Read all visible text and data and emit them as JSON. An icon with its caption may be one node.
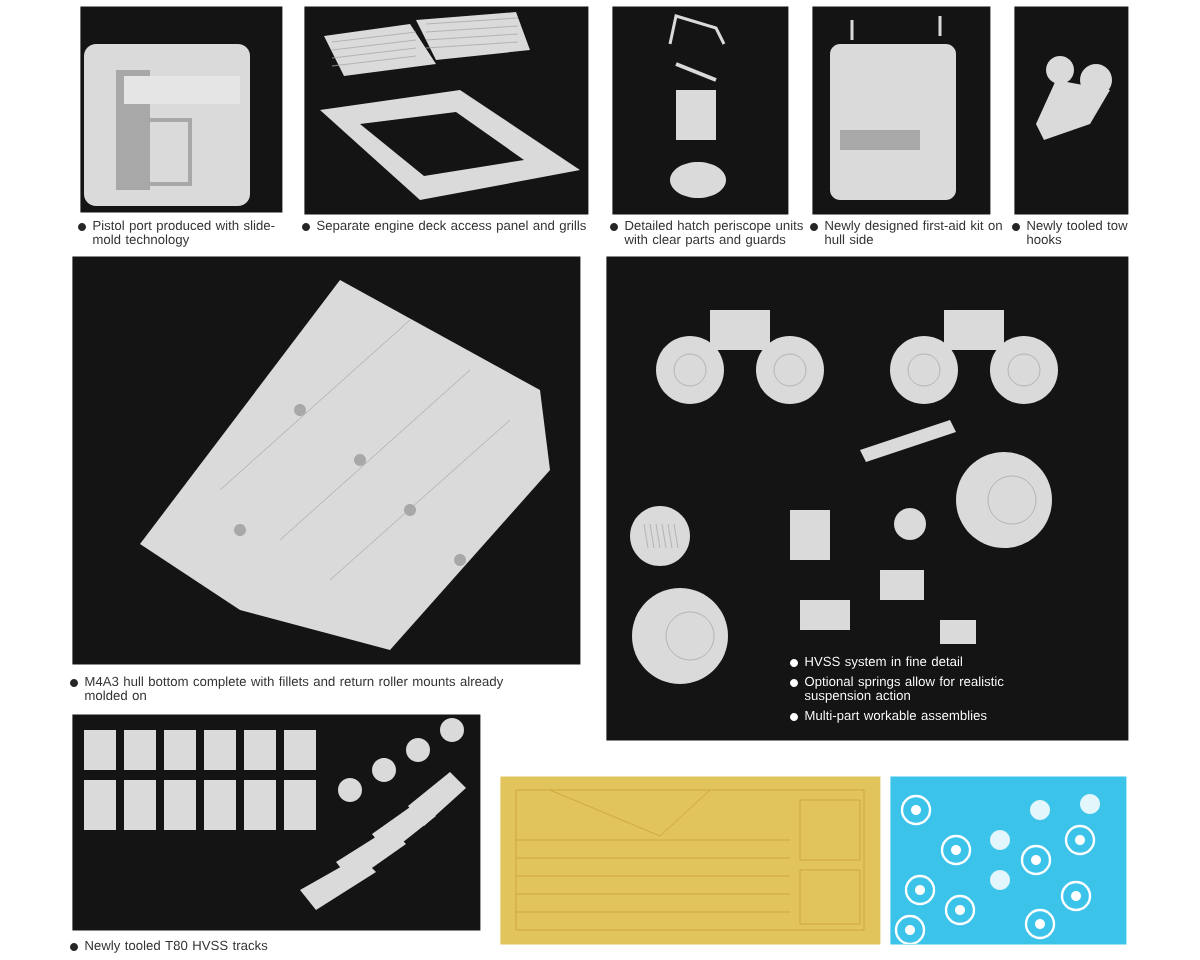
{
  "diagram": {
    "nodes": [
      {
        "text": [],
        "shape": "picture",
        "beside": [
          "Pistol port produced with slide-mold technology"
        ]
      },
      {
        "text": [],
        "shape": "picture",
        "beside": [
          "Separate engine deck access panel and grills"
        ]
      },
      {
        "text": [],
        "shape": "picture",
        "beside": [
          "Detailed hatch periscope units with clear parts and guards"
        ]
      },
      {
        "text": [],
        "shape": "picture",
        "beside": [
          "Newly designed first-aid kit on hull side"
        ]
      },
      {
        "text": [],
        "shape": "picture",
        "beside": [
          "Newly tooled tow hooks"
        ]
      },
      {
        "text": [],
        "shape": "picture",
        "beside": [
          "M4A3 hull bottom complete with fillets and return roller mounts already molded on"
        ]
      },
      {
        "text": [
          "HVSS system in fine detail",
          "Optional springs allow for realistic suspension action",
          "Multi-part workable assemblies"
        ]
      },
      {
        "text": [],
        "shape": "picture",
        "beside": [
          "Newly tooled T80 HVSS tracks"
        ]
      },
      {
        "text": [],
        "shape": "picture"
      },
      {
        "text": [],
        "shape": "picture"
      }
    ]
  }
}
